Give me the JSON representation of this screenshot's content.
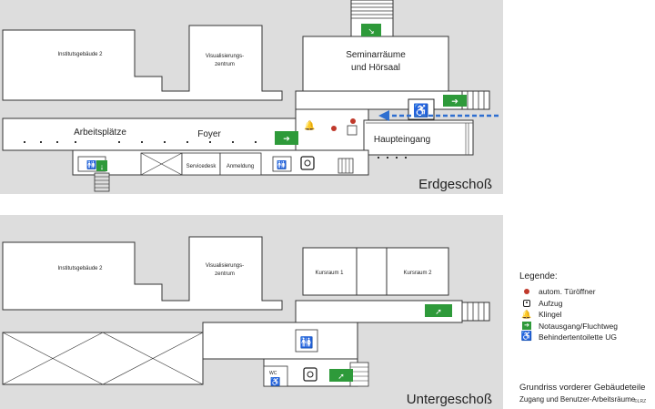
{
  "erdgeschoss": {
    "floor_title": "Erdgeschoß",
    "rooms": {
      "institut": "Institutsgebäude 2",
      "vis_line1": "Visualisierungs-",
      "vis_line2": "zentrum",
      "seminar_line1": "Seminarräume",
      "seminar_line2": "und Hörsaal",
      "arbeitsplaetze": "Arbeitsplätze",
      "foyer": "Foyer",
      "haupteingang": "Haupteingang",
      "servicedesk": "Servicedesk",
      "anmeldung": "Anmeldung"
    }
  },
  "untergeschoss": {
    "floor_title": "Untergeschoß",
    "rooms": {
      "institut": "Institutsgebäude 2",
      "vis_line1": "Visualisierungs-",
      "vis_line2": "zentrum",
      "kursraum1": "Kursraum 1",
      "kursraum2": "Kursraum 2",
      "wc": "WC"
    }
  },
  "legend": {
    "title": "Legende:",
    "items": [
      {
        "label": "autom. Türöffner",
        "icon": "door-opener-icon"
      },
      {
        "label": "Aufzug",
        "icon": "elevator-icon"
      },
      {
        "label": "Klingel",
        "icon": "bell-icon"
      },
      {
        "label": "Notausgang/Fluchtweg",
        "icon": "emergency-exit-icon"
      },
      {
        "label": "Behindertentoilette UG",
        "icon": "wheelchair-icon"
      }
    ]
  },
  "caption": {
    "line1": "Grundriss vorderer Gebäudeteile",
    "line2": "Zugang und Benutzer-Arbeitsräume"
  },
  "copyright": "©LRZ",
  "colors": {
    "floor_bg": "#dddddd",
    "room_fill": "#ffffff",
    "exit_green": "#2e9a3a",
    "entry_arrow": "#2f6fd0",
    "door_opener": "#c0392b"
  }
}
